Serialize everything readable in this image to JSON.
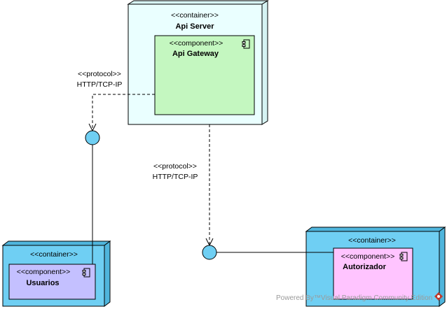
{
  "nodes": {
    "api_server": {
      "stereotype": "<<container>>",
      "name": "Api Server"
    },
    "api_gateway": {
      "stereotype": "<<component>>",
      "name": "Api Gateway"
    },
    "usuarios_container": {
      "stereotype": "<<container>>"
    },
    "usuarios": {
      "stereotype": "<<component>>",
      "name": "Usuarios"
    },
    "autorizador_container": {
      "stereotype": "<<container>>"
    },
    "autorizador": {
      "stereotype": "<<component>>",
      "name": "Autorizador"
    }
  },
  "connectors": {
    "protocol_1": {
      "stereotype": "<<protocol>>",
      "name": "HTTP/TCP-IP"
    },
    "protocol_2": {
      "stereotype": "<<protocol>>",
      "name": "HTTP/TCP-IP"
    }
  },
  "watermark": "Powered By™Visual Paradigm Community Edition",
  "colors": {
    "api_server_fill": "#eaffff",
    "api_gateway_fill": "#c4f7c0",
    "container_fill": "#6fcff3",
    "usuarios_fill": "#c4c0ff",
    "autorizador_fill": "#ffc4ff",
    "interface_fill": "#6fcff3"
  }
}
